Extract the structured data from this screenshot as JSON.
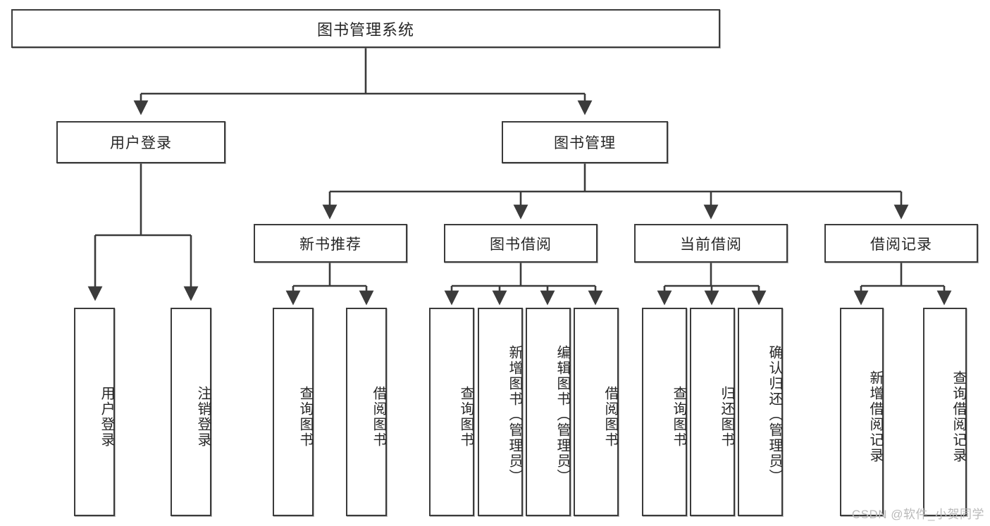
{
  "diagram": {
    "title": "图书管理系统",
    "type": "tree-hierarchy-chart",
    "watermark": "CSDN @软件_小贺同学",
    "colors": {
      "border": "#3b3b3b",
      "background": "#ffffff",
      "text": "#262626",
      "watermark": "#b9b9b9"
    },
    "nodes": {
      "root": {
        "label": "图书管理系统"
      },
      "level2": [
        {
          "id": "user-login",
          "label": "用户登录"
        },
        {
          "id": "book-manage",
          "label": "图书管理"
        }
      ],
      "level3": [
        {
          "id": "new-book-rec",
          "label": "新书推荐"
        },
        {
          "id": "book-borrow",
          "label": "图书借阅"
        },
        {
          "id": "current-borrow",
          "label": "当前借阅"
        },
        {
          "id": "borrow-record",
          "label": "借阅记录"
        }
      ],
      "leaves": {
        "user_login": [
          {
            "id": "leaf-user-login",
            "label": "用户登录"
          },
          {
            "id": "leaf-user-logout",
            "label": "注销登录"
          }
        ],
        "new_book_rec": [
          {
            "id": "leaf-query-book-1",
            "label": "查询图书"
          },
          {
            "id": "leaf-borrow-book-1",
            "label": "借阅图书"
          }
        ],
        "book_borrow": [
          {
            "id": "leaf-query-book-2",
            "label": "查询图书"
          },
          {
            "id": "leaf-add-book",
            "label": "新增图书（管理员）"
          },
          {
            "id": "leaf-edit-book",
            "label": "编辑图书（管理员）"
          },
          {
            "id": "leaf-borrow-book-2",
            "label": "借阅图书"
          }
        ],
        "current_borrow": [
          {
            "id": "leaf-query-book-3",
            "label": "查询图书"
          },
          {
            "id": "leaf-return-book",
            "label": "归还图书"
          },
          {
            "id": "leaf-confirm-return",
            "label": "确认归还（管理员）"
          }
        ],
        "borrow_record": [
          {
            "id": "leaf-add-record",
            "label": "新增借阅记录"
          },
          {
            "id": "leaf-query-record",
            "label": "查询借阅记录"
          }
        ]
      }
    }
  }
}
